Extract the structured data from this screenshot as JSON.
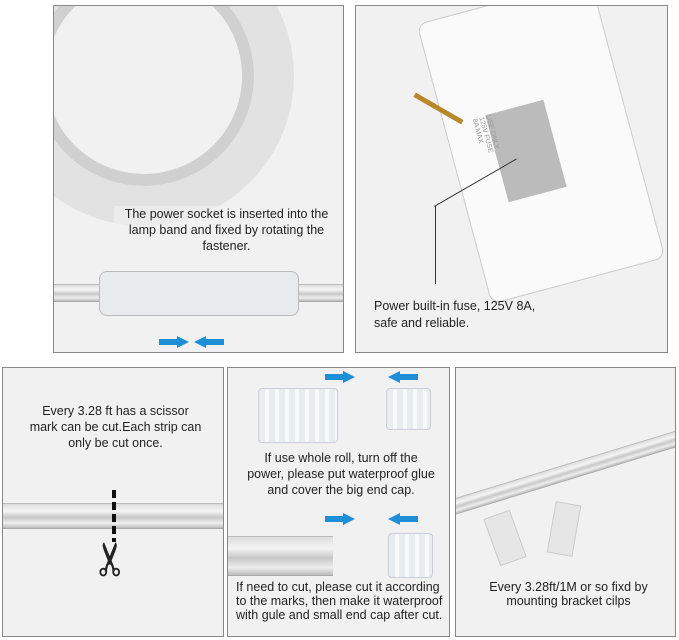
{
  "panels": {
    "socket": {
      "text": "The power socket is inserted into the lamp band and  fixed by rotating the fastener."
    },
    "fuse": {
      "text": "Power built-in fuse, 125V 8A, safe and reliable.",
      "plug_print": "USE ONLY 125V FUSE 8A MAX"
    },
    "cut": {
      "text": "Every 3.28 ft has a scissor mark can be cut.Each strip can only be cut once."
    },
    "endcap": {
      "text_top": "If use whole roll, turn off the power, please put waterproof glue and cover the big end cap.",
      "text_bottom": "If need to cut, please cut it according to the marks, then make it waterproof with gule and small end cap after cut."
    },
    "clips": {
      "text": "Every 3.28ft/1M or so fixd by mounting bracket cilps"
    }
  },
  "colors": {
    "arrow": "#1e8fd6",
    "panel_bg": "#f1f1f1"
  }
}
